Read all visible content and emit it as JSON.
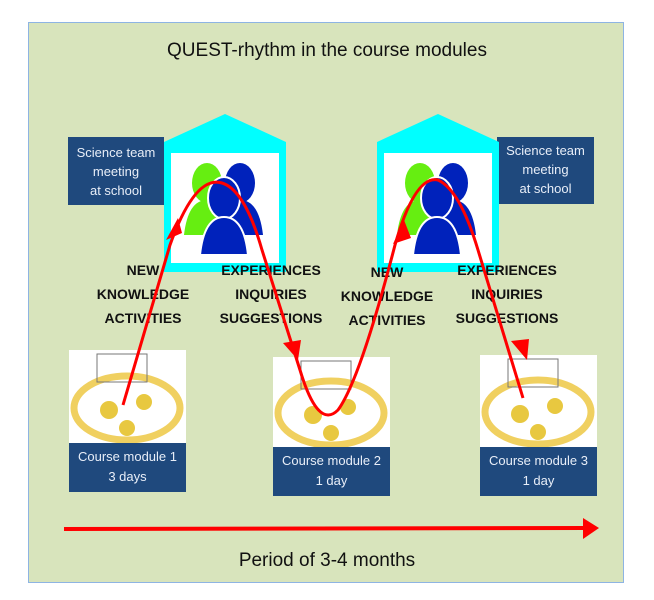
{
  "title": "QUEST-rhythm in the course modules",
  "meetings": [
    {
      "lines": [
        "Science team",
        "meeting",
        "at school"
      ]
    },
    {
      "lines": [
        "Science team",
        "meeting",
        "at school"
      ]
    }
  ],
  "phases": [
    {
      "lines": [
        "NEW",
        "KNOWLEDGE",
        "ACTIVITIES"
      ]
    },
    {
      "lines": [
        "EXPERIENCES",
        "INQUIRIES",
        "SUGGESTIONS"
      ]
    },
    {
      "lines": [
        "NEW",
        "KNOWLEDGE",
        "ACTIVITIES"
      ]
    },
    {
      "lines": [
        "EXPERIENCES",
        "INQUIRIES",
        "SUGGESTIONS"
      ]
    }
  ],
  "modules": [
    {
      "name": "Course module 1",
      "duration": "3 days"
    },
    {
      "name": "Course module 2",
      "duration": "1 day"
    },
    {
      "name": "Course module 3",
      "duration": "1 day"
    }
  ],
  "timeline": "Period of 3-4 months",
  "colors": {
    "background": "#d8e4bc",
    "box": "#1f497d",
    "house": "#00ffff",
    "arrow": "#ff0000"
  }
}
